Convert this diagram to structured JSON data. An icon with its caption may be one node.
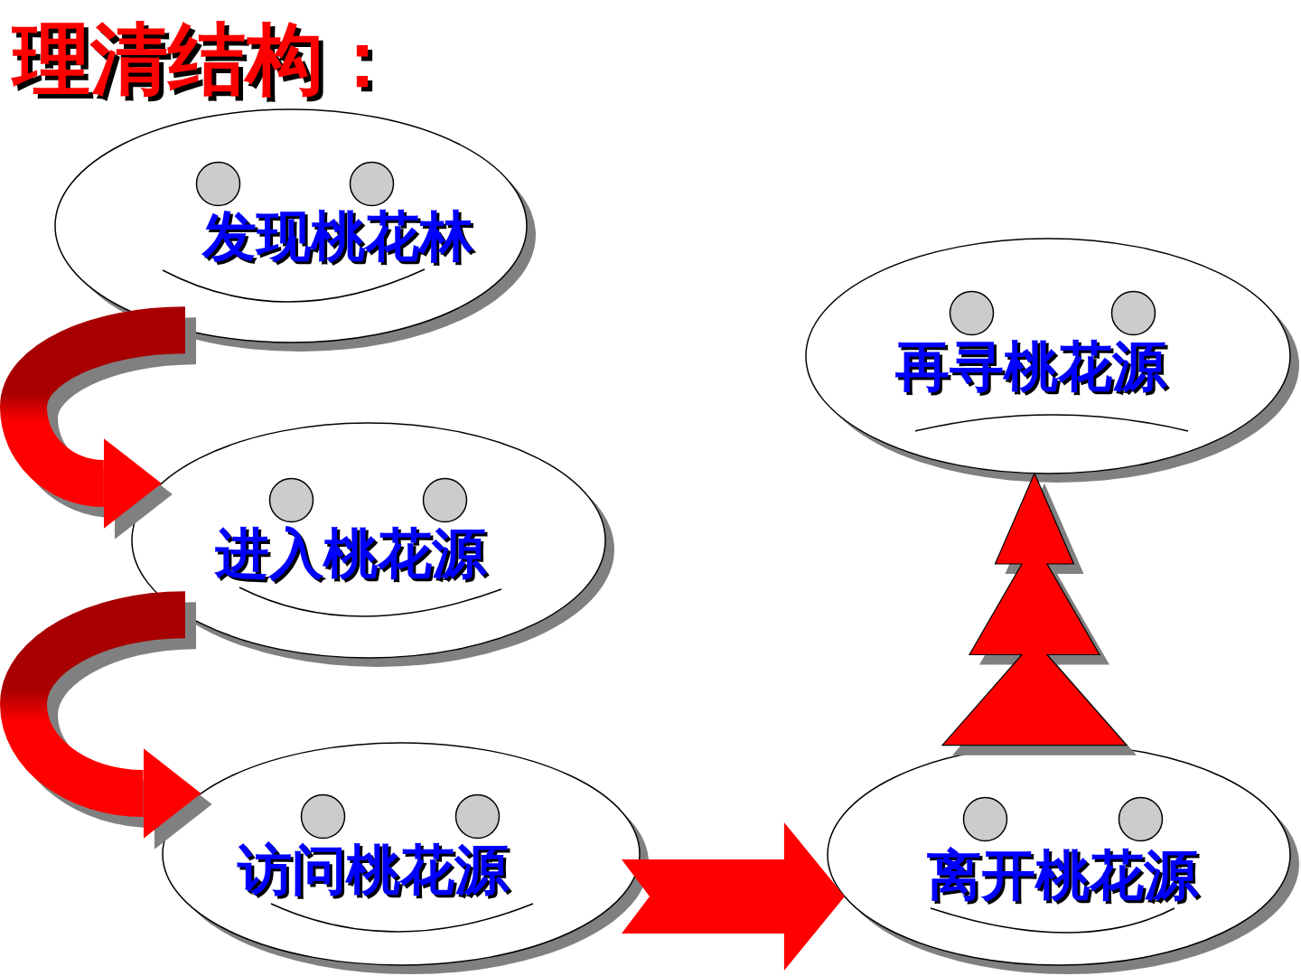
{
  "diagram": {
    "title": "理清结构：",
    "nodes": [
      {
        "text": [
          "发现桃花林"
        ]
      },
      {
        "text": [
          "进入桃花源"
        ]
      },
      {
        "text": [
          "访问桃花源"
        ]
      },
      {
        "text": [
          "离开桃花源"
        ]
      },
      {
        "text": [
          "再寻桃花源"
        ]
      }
    ],
    "edges": [
      {
        "from": 0,
        "to": 1,
        "arrow": "to"
      },
      {
        "from": 1,
        "to": 2,
        "arrow": "to"
      },
      {
        "from": 2,
        "to": 3,
        "arrow": "to"
      },
      {
        "from": 3,
        "to": 4,
        "arrow": "to"
      }
    ]
  }
}
